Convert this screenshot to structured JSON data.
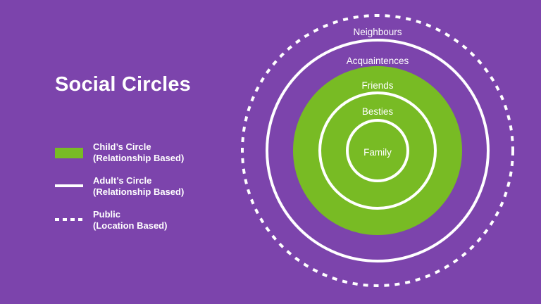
{
  "title": "Social Circles",
  "legend": [
    {
      "line1": "Child’s Circle",
      "line2": "(Relationship Based)",
      "style": "green-fill"
    },
    {
      "line1": "Adult’s Circle",
      "line2": "(Relationship Based)",
      "style": "solid-line"
    },
    {
      "line1": "Public",
      "line2": "(Location Based)",
      "style": "dashed-line"
    }
  ],
  "circles": {
    "neighbours": "Neighbours",
    "acquaintences": "Acquaintences",
    "friends": "Friends",
    "besties": "Besties",
    "family": "Family"
  },
  "colors": {
    "background": "#7c44ac",
    "child_green": "#78bb24",
    "line": "#ffffff"
  }
}
